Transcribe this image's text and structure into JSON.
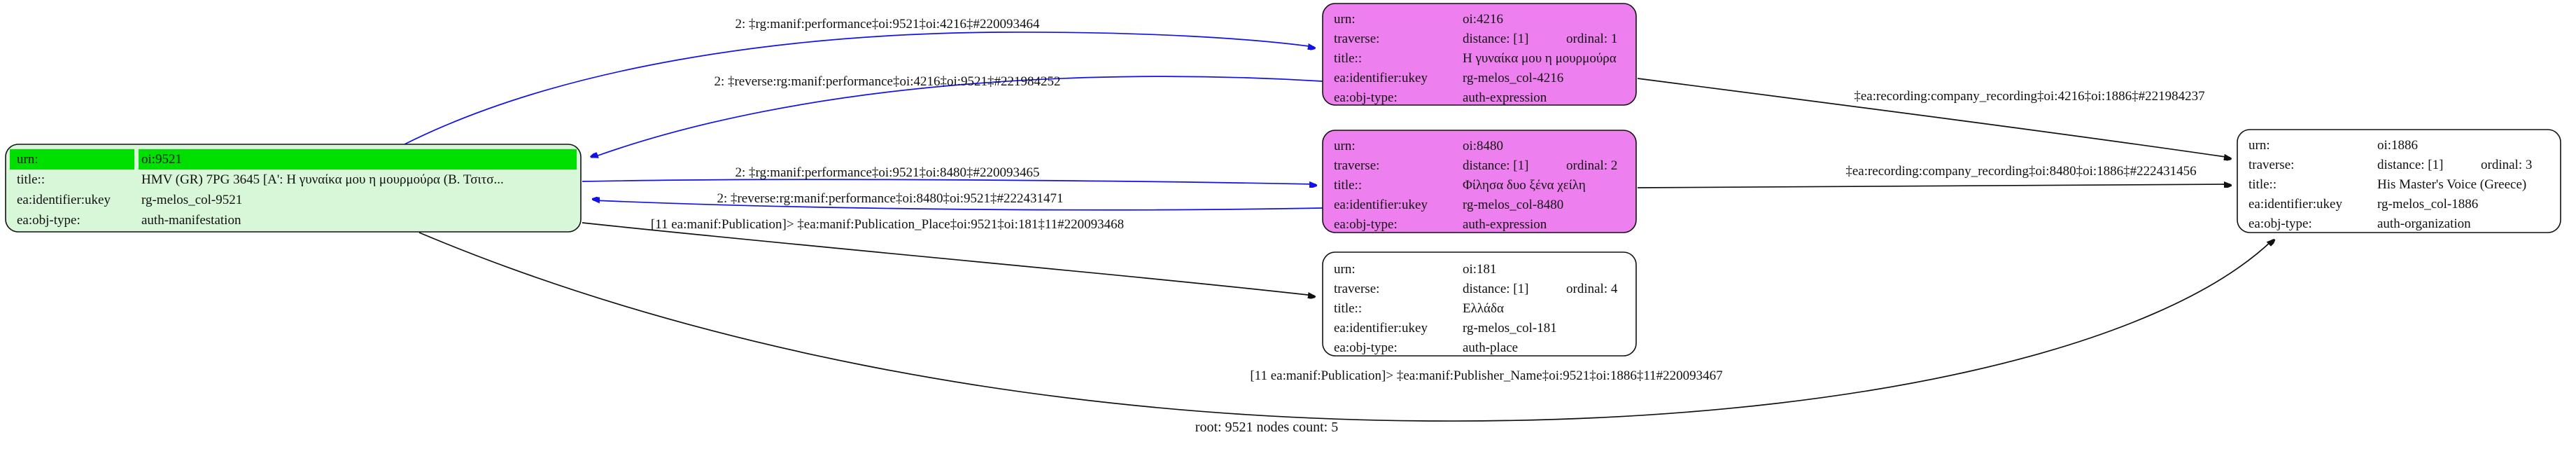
{
  "graph": {
    "root_label": "root: 9521 nodes count: 5"
  },
  "colors": {
    "edge_blue": "#1111ee",
    "edge_black": "#111111",
    "manifestation_fill": "#d8f6d8",
    "highlight_fill": "#00e000",
    "expression_fill": "#ee7fee",
    "plain_fill": "#ffffff"
  },
  "nodes": {
    "n9521": {
      "rows": [
        {
          "key": "urn:",
          "value": "oi:9521"
        },
        {
          "key": "title::",
          "value": "HMV (GR) 7PG 3645 [Α': Η γυναίκα μου η μουρμούρα (Β. Τσιτσ..."
        },
        {
          "key": "ea:identifier:ukey",
          "value": "rg-melos_col-9521"
        },
        {
          "key": "ea:obj-type:",
          "value": "auth-manifestation"
        }
      ]
    },
    "n4216": {
      "rows": [
        {
          "key": "urn:",
          "value": "oi:4216"
        },
        {
          "key": "traverse:",
          "value": "distance: [1]",
          "value2": "ordinal: 1"
        },
        {
          "key": "title::",
          "value": "Η γυναίκα μου η μουρμούρα"
        },
        {
          "key": "ea:identifier:ukey",
          "value": "rg-melos_col-4216"
        },
        {
          "key": "ea:obj-type:",
          "value": "auth-expression"
        }
      ]
    },
    "n8480": {
      "rows": [
        {
          "key": "urn:",
          "value": "oi:8480"
        },
        {
          "key": "traverse:",
          "value": "distance: [1]",
          "value2": "ordinal: 2"
        },
        {
          "key": "title::",
          "value": "Φίλησα δυο ξένα χείλη"
        },
        {
          "key": "ea:identifier:ukey",
          "value": "rg-melos_col-8480"
        },
        {
          "key": "ea:obj-type:",
          "value": "auth-expression"
        }
      ]
    },
    "n181": {
      "rows": [
        {
          "key": "urn:",
          "value": "oi:181"
        },
        {
          "key": "traverse:",
          "value": "distance: [1]",
          "value2": "ordinal: 4"
        },
        {
          "key": "title::",
          "value": "Ελλάδα"
        },
        {
          "key": "ea:identifier:ukey",
          "value": "rg-melos_col-181"
        },
        {
          "key": "ea:obj-type:",
          "value": "auth-place"
        }
      ]
    },
    "n1886": {
      "rows": [
        {
          "key": "urn:",
          "value": "oi:1886"
        },
        {
          "key": "traverse:",
          "value": "distance: [1]",
          "value2": "ordinal: 3"
        },
        {
          "key": "title::",
          "value": "His Master's Voice (Greece)"
        },
        {
          "key": "ea:identifier:ukey",
          "value": "rg-melos_col-1886"
        },
        {
          "key": "ea:obj-type:",
          "value": "auth-organization"
        }
      ]
    }
  },
  "edges": {
    "e_perf_4216": {
      "label": "2: ‡rg:manif:performance‡oi:9521‡oi:4216‡#220093464"
    },
    "e_rev_4216": {
      "label": "2: ‡reverse:rg:manif:performance‡oi:4216‡oi:9521‡#221984252"
    },
    "e_perf_8480": {
      "label": "2: ‡rg:manif:performance‡oi:9521‡oi:8480‡#220093465"
    },
    "e_rev_8480": {
      "label": "2: ‡reverse:rg:manif:performance‡oi:8480‡oi:9521‡#222431471"
    },
    "e_pub_place": {
      "label": "[11 ea:manif:Publication]> ‡ea:manif:Publication_Place‡oi:9521‡oi:181‡11#220093468"
    },
    "e_rec_4216": {
      "label": "‡ea:recording:company_recording‡oi:4216‡oi:1886‡#221984237"
    },
    "e_rec_8480": {
      "label": "‡ea:recording:company_recording‡oi:8480‡oi:1886‡#222431456"
    },
    "e_pub_name": {
      "label": "[11 ea:manif:Publication]> ‡ea:manif:Publisher_Name‡oi:9521‡oi:1886‡11#220093467"
    }
  }
}
